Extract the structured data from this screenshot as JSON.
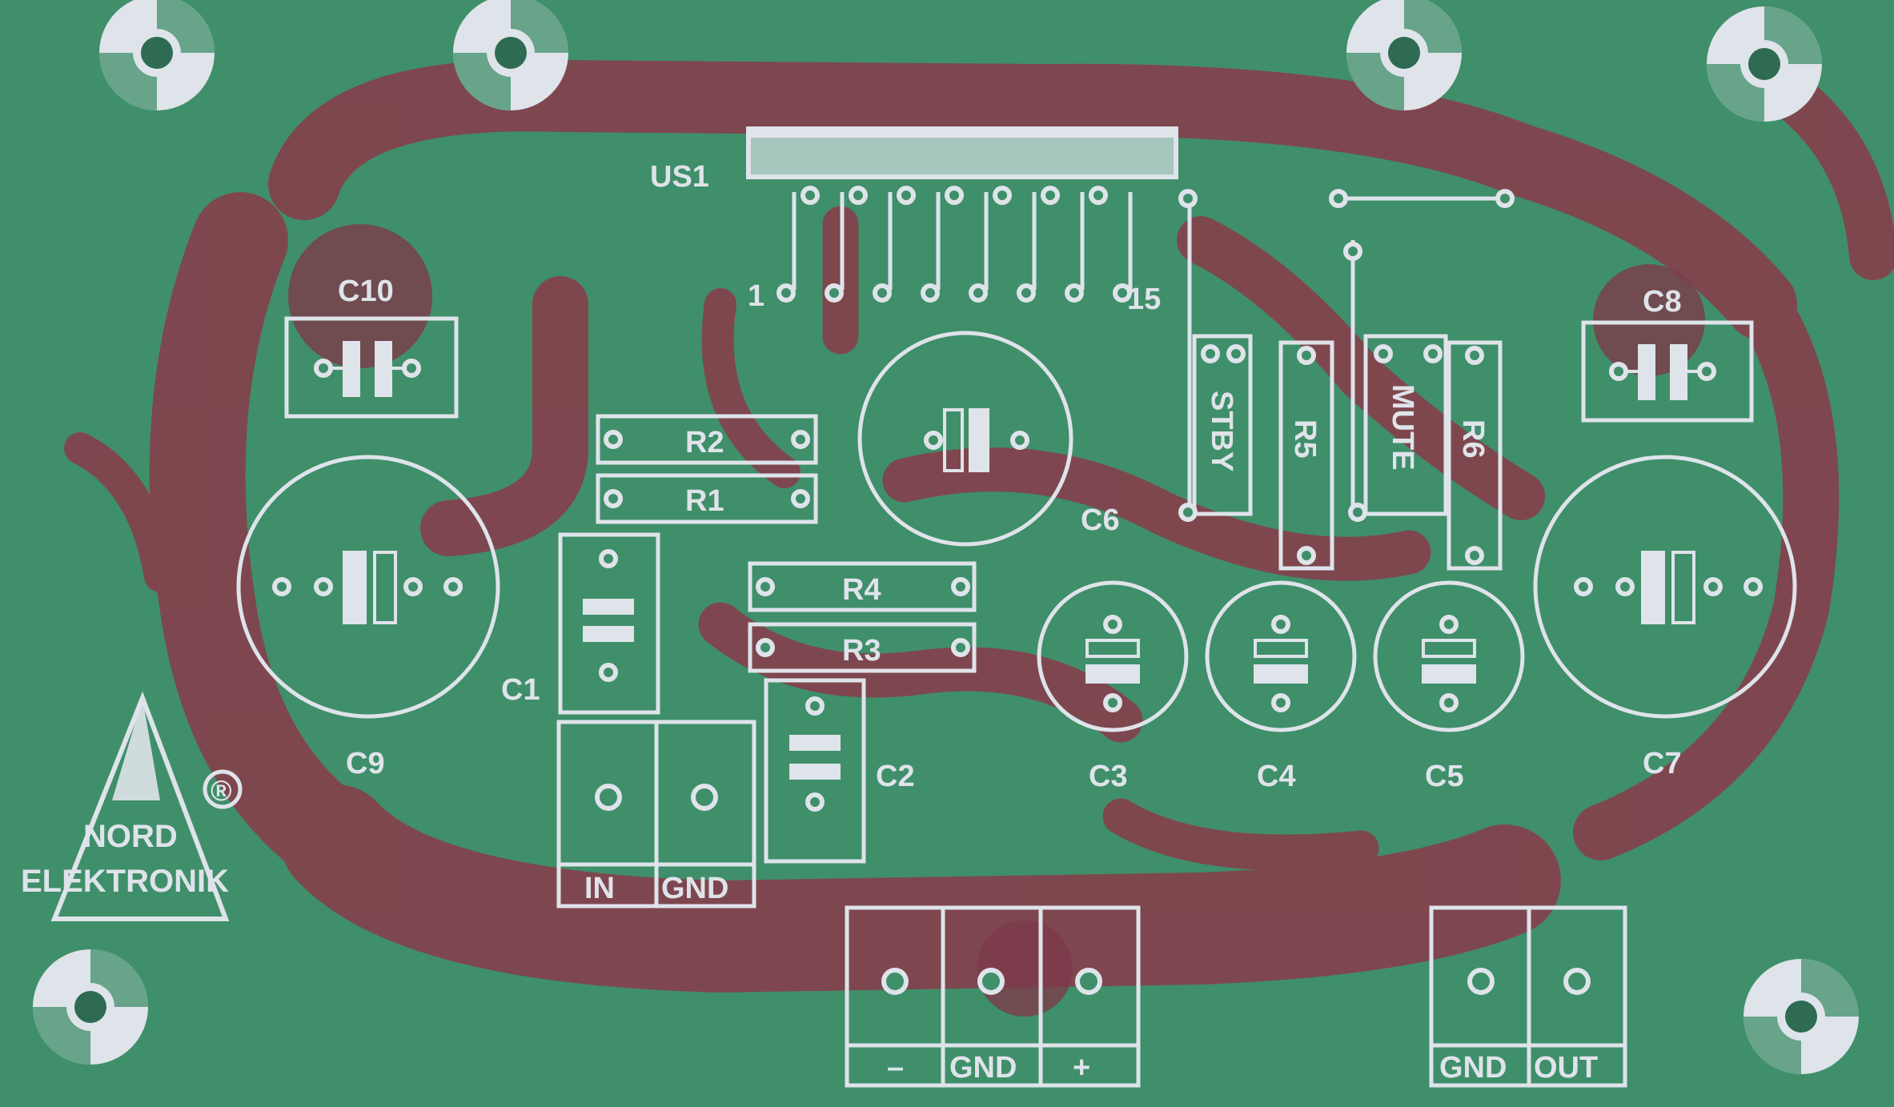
{
  "board": {
    "colors": {
      "substrate": "#3f8f6a",
      "copper_trace": "#8a3b4a",
      "silkscreen": "#dfe3ea",
      "drill_hole": "#2e6b52"
    },
    "labels": {
      "us1": "US1",
      "pin_first": "1",
      "pin_last": "15",
      "c10": "C10",
      "c8": "C8",
      "r2": "R2",
      "r1": "R1",
      "r4": "R4",
      "r3": "R3",
      "c6": "C6",
      "c9": "C9",
      "c1": "C1",
      "c2": "C2",
      "c3": "C3",
      "c4": "C4",
      "c5": "C5",
      "c7": "C7",
      "stby": "STBY",
      "r5": "R5",
      "mute": "MUTE",
      "r6": "R6",
      "in": "IN",
      "gnd_in": "GND",
      "minus": "–",
      "gnd_power": "GND",
      "plus": "+",
      "gnd_out": "GND",
      "out": "OUT",
      "logo_line1": "NORD",
      "logo_line2": "ELEKTRONIK",
      "registered_mark": "®"
    },
    "icons": [
      "mounting-hole-icon",
      "electrolytic-capacitor-icon",
      "ceramic-capacitor-icon",
      "brand-logo-icon"
    ]
  }
}
